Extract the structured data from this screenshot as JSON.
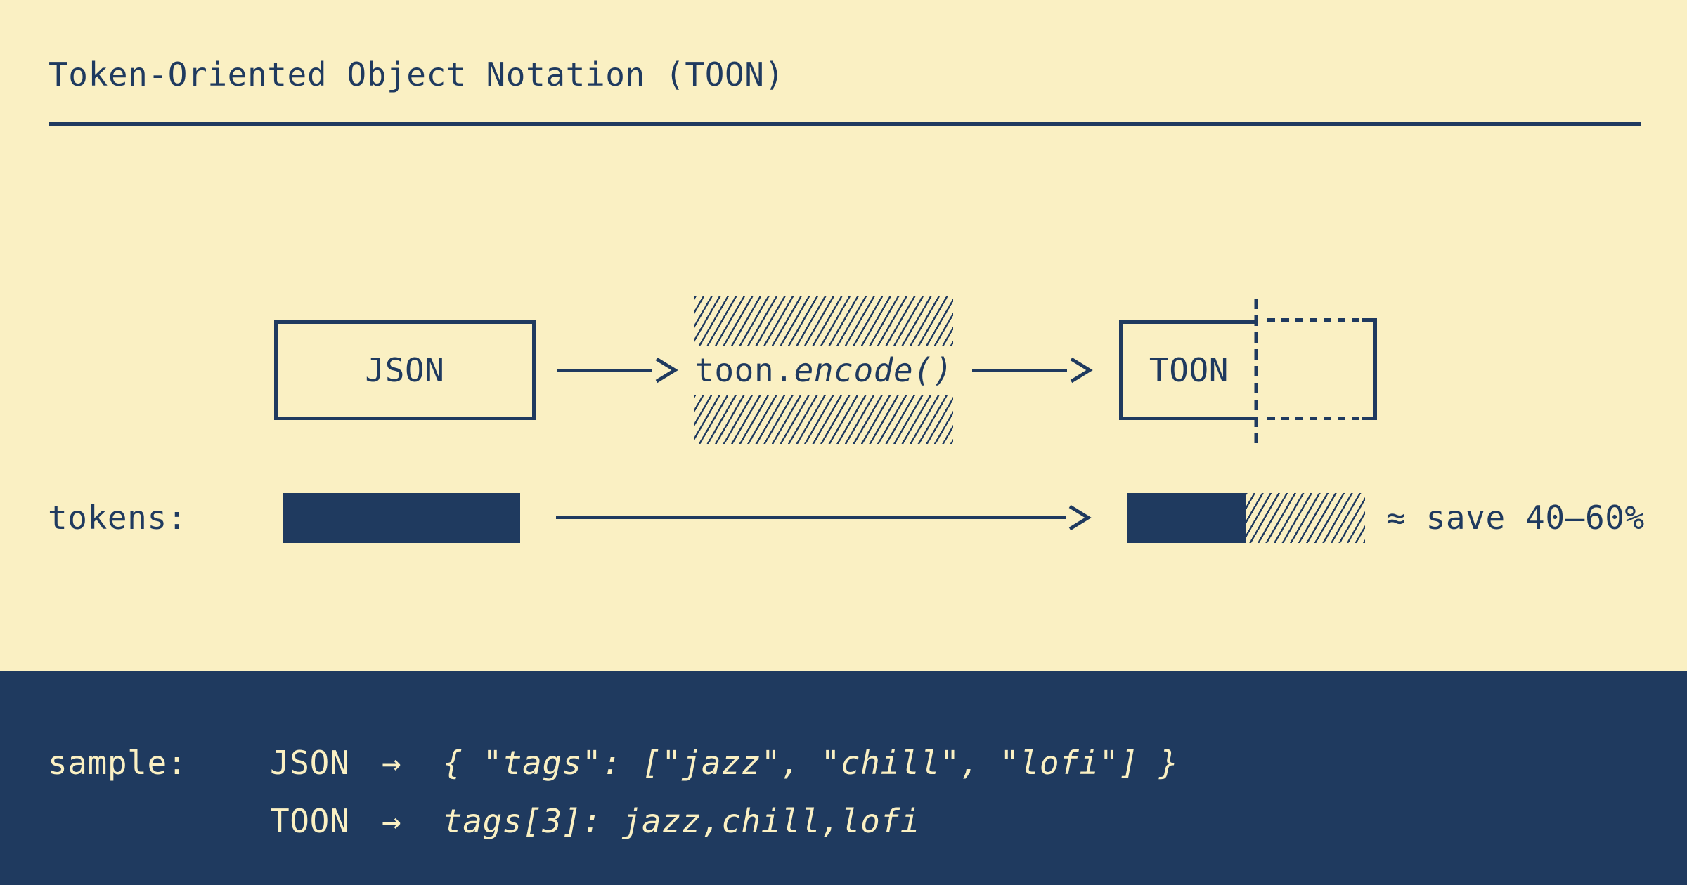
{
  "colors": {
    "background_cream": "#FAF0C3",
    "ink_navy": "#1F3A5F"
  },
  "header": {
    "title": "Token-Oriented Object Notation (TOON)"
  },
  "flow": {
    "input_label": "JSON",
    "encoder_prefix": "toon.",
    "encoder_call": "encode()",
    "output_label": "TOON"
  },
  "tokens_row": {
    "label": "tokens:",
    "savings_note": "≈ save 40–60%",
    "bars": {
      "json_relative_width": 1.0,
      "toon_solid_relative_width": 0.5,
      "toon_saved_hatched_relative_width": 0.5
    }
  },
  "sample": {
    "label": "sample:",
    "rows": [
      {
        "format": "JSON",
        "arrow": "→",
        "code": "{ \"tags\": [\"jazz\", \"chill\", \"lofi\"] }"
      },
      {
        "format": "TOON",
        "arrow": "→",
        "code": "tags[3]: jazz,chill,lofi"
      }
    ]
  }
}
